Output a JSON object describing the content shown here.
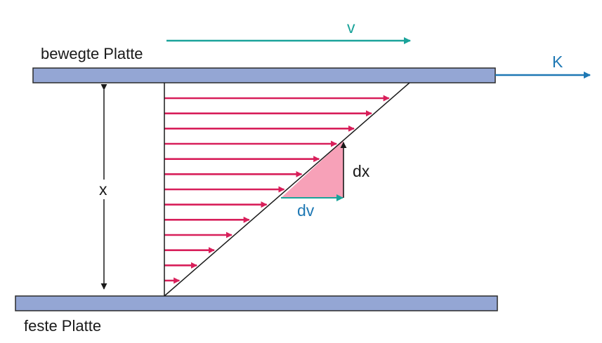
{
  "labels": {
    "moving_plate": "bewegte Platte",
    "fixed_plate": "feste Platte",
    "velocity": "v",
    "force": "K",
    "gap": "x",
    "dx": "dx",
    "dv": "dv"
  },
  "colors": {
    "plate_fill": "#94a6d4",
    "plate_stroke": "#2b2b2b",
    "profile_arrow": "#d81f5a",
    "velocity_arrow": "#1aa39a",
    "force_arrow": "#1e78b4",
    "dv_text": "#1e78b4",
    "velocity_text": "#1aa39a",
    "triangle_fill": "#f7a1b8",
    "line": "#1a1a1a"
  },
  "profile": {
    "arrow_count": 13
  }
}
